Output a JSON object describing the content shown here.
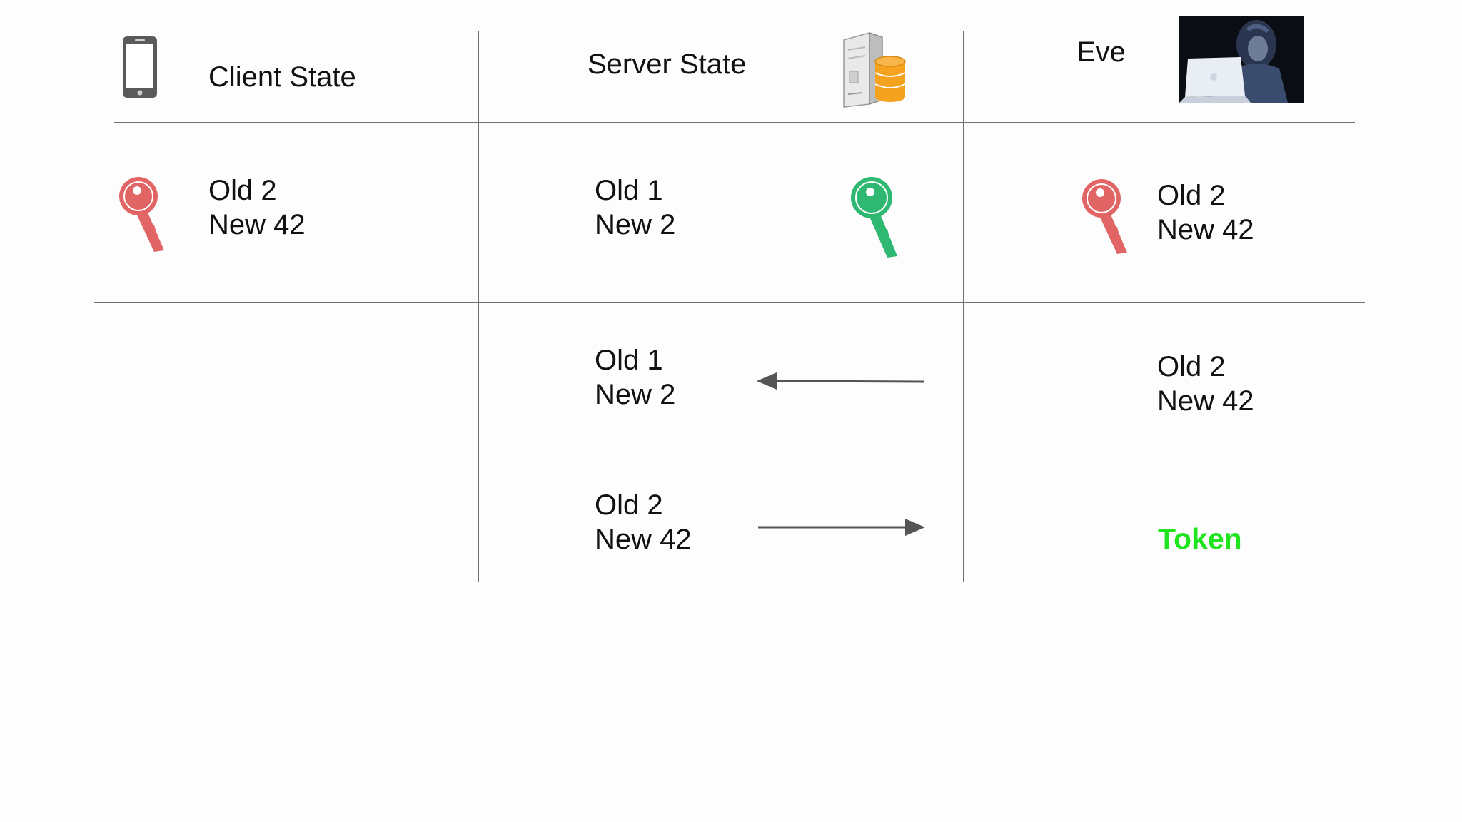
{
  "headers": {
    "client": "Client State",
    "server": "Server State",
    "eve": "Eve"
  },
  "row1": {
    "client": {
      "old": "Old 2",
      "new": "New 42",
      "key_color": "#e26565"
    },
    "server": {
      "old": "Old 1",
      "new": "New 2",
      "key_color": "#2eb872"
    },
    "eve": {
      "old": "Old 2",
      "new": "New 42",
      "key_color": "#e26565"
    }
  },
  "row2": {
    "msg1": {
      "old": "Old 1",
      "new": "New 2",
      "direction": "left"
    },
    "eve_state": {
      "old": "Old 2",
      "new": "New 42"
    },
    "msg2": {
      "old": "Old 2",
      "new": "New 42",
      "direction": "right"
    },
    "result": "Token"
  },
  "colors": {
    "line": "#6e6e6e",
    "token": "#1ee51e",
    "text": "#111111"
  },
  "icons": {
    "client": "phone-icon",
    "server": "server-database-icon",
    "eve": "hacker-laptop-photo"
  }
}
